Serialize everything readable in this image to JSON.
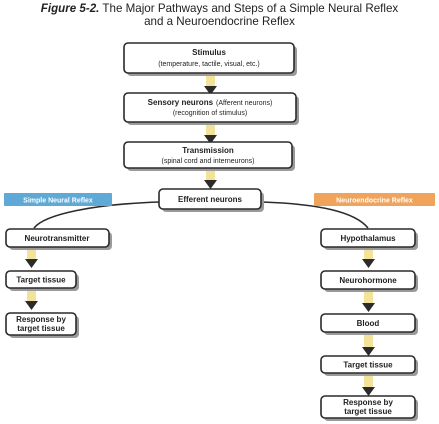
{
  "caption": {
    "figure_label": "Figure 5-2.",
    "title_line1": "The Major Pathways and Steps of a Simple Neural Reflex",
    "title_line2": "and a Neuroendocrine Reflex"
  },
  "colors": {
    "shaft": "#f3e39a",
    "arrowhead": "#2b2b2b",
    "simple_tag": "#5fa9d6",
    "neuroendocrine_tag": "#f0a35a"
  },
  "main": {
    "stimulus": {
      "title": "Stimulus",
      "sub": "(temperature, tactile, visual, etc.)"
    },
    "sensory": {
      "title": "Sensory neurons",
      "title_suffix": "(Afferent neurons)",
      "sub": "(recognition of stimulus)"
    },
    "transmission": {
      "title": "Transmission",
      "sub": "(spinal cord and interneurons)"
    },
    "efferent": {
      "title": "Efferent neurons"
    }
  },
  "simple_reflex": {
    "tag": "Simple Neural Reflex",
    "steps": [
      "Neurotransmitter",
      "Target tissue"
    ],
    "response": {
      "line1": "Response by",
      "line2": "target tissue"
    }
  },
  "neuroendocrine_reflex": {
    "tag": "Neuroendocrine Reflex",
    "steps": [
      "Hypothalamus",
      "Neurohormone",
      "Blood",
      "Target tissue"
    ],
    "response": {
      "line1": "Response by",
      "line2": "target tissue"
    }
  }
}
